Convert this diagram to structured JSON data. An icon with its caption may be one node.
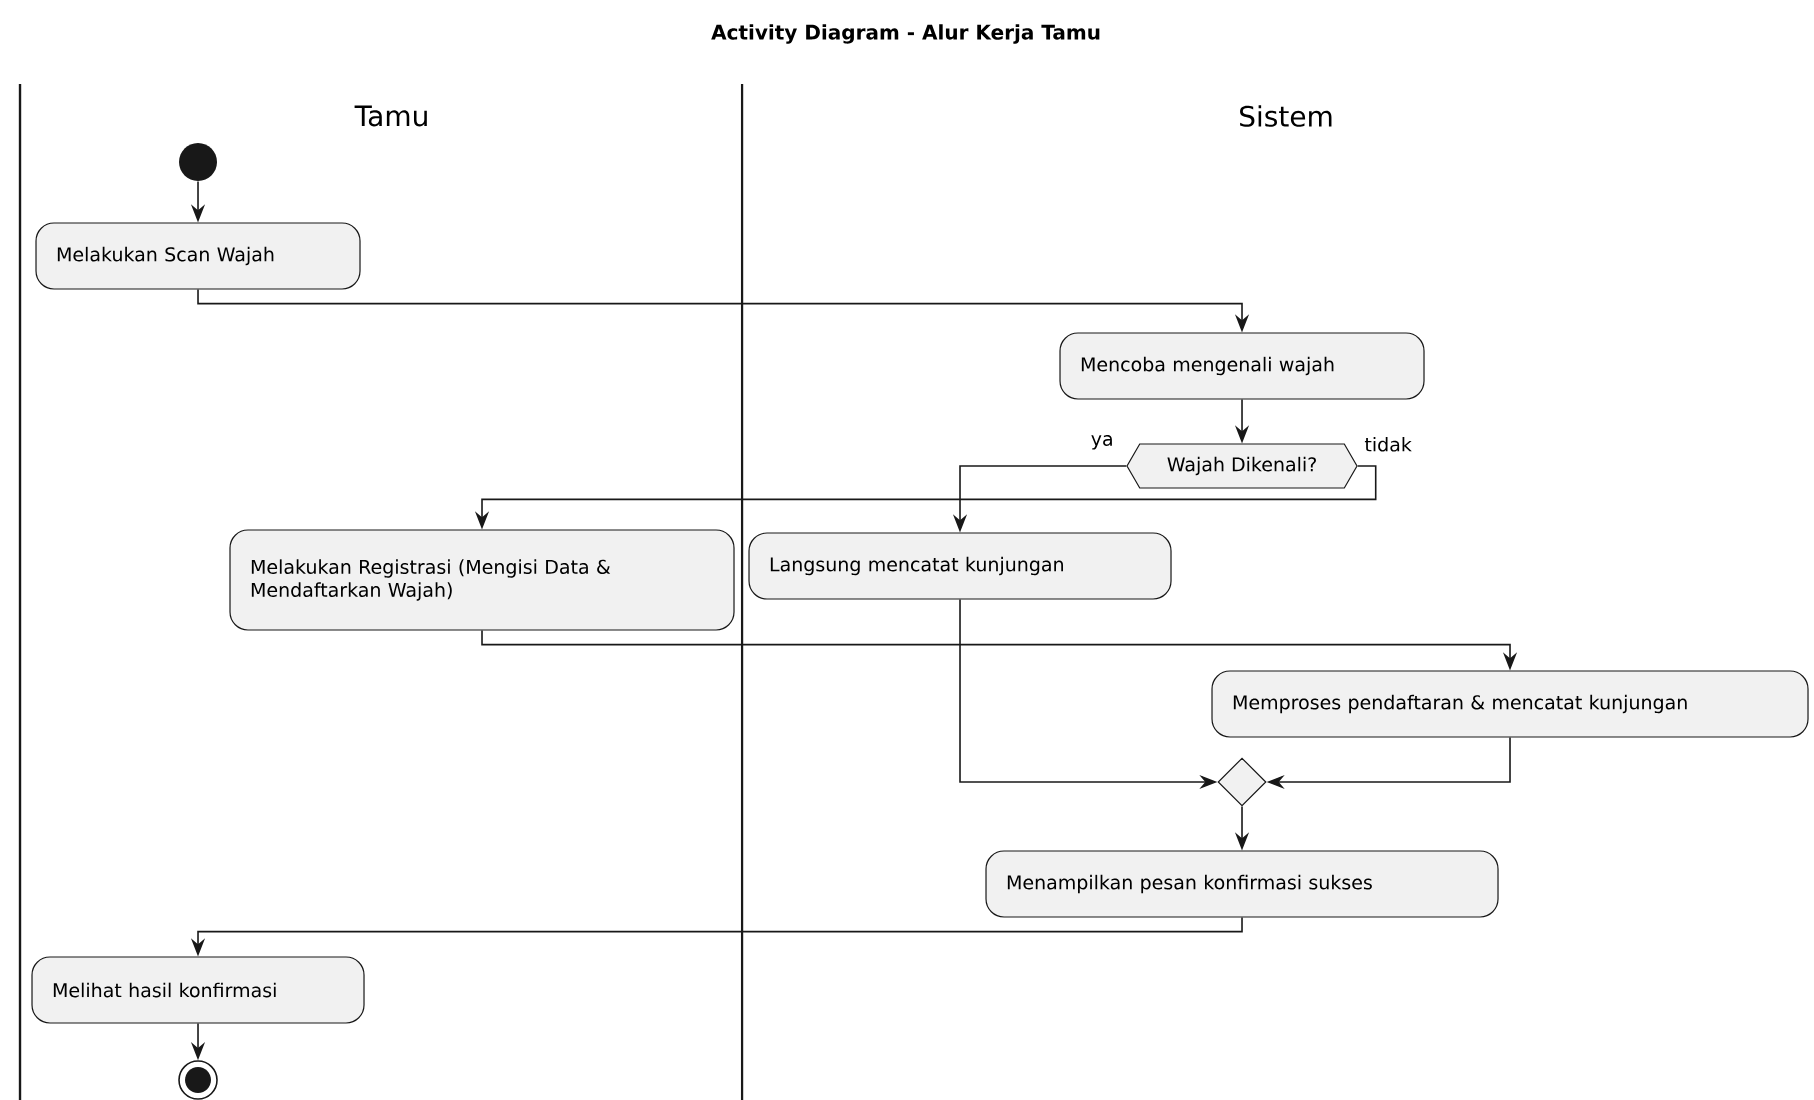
{
  "diagram": {
    "title": "Activity Diagram - Alur Kerja Tamu",
    "nodes": [
      {
        "text": [],
        "shape": "circle"
      },
      {
        "text": [
          "Melakukan Scan Wajah"
        ]
      },
      {
        "text": [
          "Mencoba mengenali wajah"
        ]
      },
      {
        "text": [
          "Wajah Dikenali?"
        ]
      },
      {
        "text": [
          "Melakukan Registrasi (Mengisi Data & Mendaftarkan Wajah)"
        ]
      },
      {
        "text": [
          "Langsung mencatat kunjungan"
        ]
      },
      {
        "text": [
          "Memproses pendaftaran & mencatat kunjungan"
        ]
      },
      {
        "text": [],
        "shape": "diamond"
      },
      {
        "text": [
          "Menampilkan pesan konfirmasi sukses"
        ]
      },
      {
        "text": [
          "Melihat hasil konfirmasi"
        ]
      },
      {
        "text": [],
        "shape": "circle"
      }
    ],
    "edges": [
      {
        "from": 0,
        "to": 1,
        "arrow": "to"
      },
      {
        "from": 1,
        "to": 2,
        "arrow": "to"
      },
      {
        "from": 2,
        "to": 3,
        "arrow": "to"
      },
      {
        "from": 3,
        "to": 5,
        "arrow": "to",
        "label": "ya"
      },
      {
        "from": 3,
        "to": 4,
        "arrow": "to",
        "label": "tidak"
      },
      {
        "from": 4,
        "to": 6,
        "arrow": "to"
      },
      {
        "from": 5,
        "to": 7,
        "arrow": "to"
      },
      {
        "from": 6,
        "to": 7,
        "arrow": "to"
      },
      {
        "from": 7,
        "to": 8,
        "arrow": "to"
      },
      {
        "from": 8,
        "to": 9,
        "arrow": "to"
      },
      {
        "from": 9,
        "to": 10,
        "arrow": "to"
      }
    ],
    "labels": [
      "Tamu",
      "Sistem"
    ]
  }
}
